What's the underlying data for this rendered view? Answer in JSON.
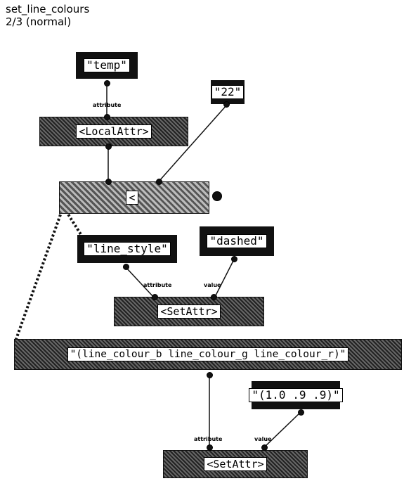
{
  "header": {
    "title": "set_line_colours",
    "subtitle": "2/3 (normal)"
  },
  "nodes": {
    "temp": "\"temp\"",
    "local_attr": "<LocalAttr>",
    "twenty_two": "\"22\"",
    "less_than": "<",
    "line_style": "\"line_style\"",
    "dashed": "\"dashed\"",
    "set_attr_1": "<SetAttr>",
    "colour_list": "\"(line_colour_b line_colour_g line_colour_r)\"",
    "colour_value": "\"(1.0 .9 .9)\"",
    "set_attr_2": "<SetAttr>"
  },
  "ports": {
    "attribute": "attribute",
    "value": "value"
  }
}
